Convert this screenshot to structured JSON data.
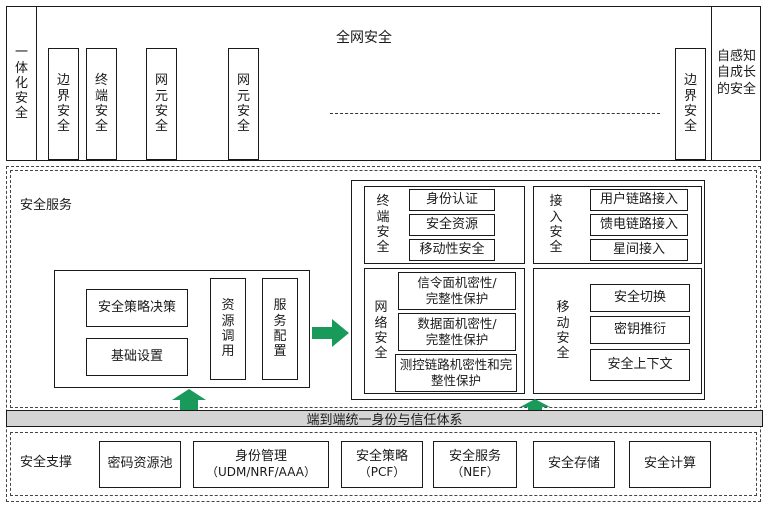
{
  "top": {
    "title": "全网安全",
    "left_cols": [
      "一体化安全",
      "边界安全",
      "终端安全",
      "网元安全",
      "网元安全"
    ],
    "right_cols": [
      "边界安全",
      "自感知自成长的安全"
    ]
  },
  "services": {
    "title": "安全服务",
    "left_panel": {
      "policy": "安全策略决策",
      "infra": "基础设置",
      "resource": "资源调用",
      "config": "服务配置"
    },
    "terminal": {
      "label": "终端安全",
      "items": [
        "身份认证",
        "安全资源",
        "移动性安全"
      ]
    },
    "access": {
      "label": "接入安全",
      "items": [
        "用户链路接入",
        "馈电链路接入",
        "星间接入"
      ]
    },
    "network": {
      "label": "网络安全",
      "items": [
        "信令面机密性/完整性保护",
        "数据面机密性/完整性保护",
        "测控链路机密性和完整性保护"
      ]
    },
    "mobile": {
      "label": "移动安全",
      "items": [
        "安全切换",
        "密钥推衍",
        "安全上下文"
      ]
    }
  },
  "identity_bar": "端到端统一身份与信任体系",
  "support": {
    "title": "安全支撑",
    "items": [
      {
        "line1": "密码资源池",
        "line2": ""
      },
      {
        "line1": "身份管理",
        "line2": "（UDM/NRF/AAA）"
      },
      {
        "line1": "安全策略",
        "line2": "（PCF）"
      },
      {
        "line1": "安全服务",
        "line2": "（NEF）"
      },
      {
        "line1": "安全存储",
        "line2": ""
      },
      {
        "line1": "安全计算",
        "line2": ""
      }
    ]
  },
  "colors": {
    "arrow": "#1a9a5a",
    "bar": "#d4d4d4"
  }
}
